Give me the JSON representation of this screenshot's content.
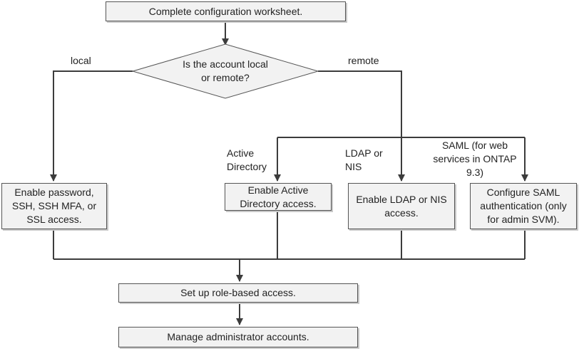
{
  "flowchart": {
    "start": "Complete configuration worksheet.",
    "decision": "Is the account local\nor remote?",
    "branch_local": "local",
    "branch_remote": "remote",
    "local_box": "Enable password,\nSSH, SSH MFA, or\nSSL access.",
    "ad_label": "Active\nDirectory",
    "ad_box": "Enable Active\nDirectory access.",
    "ldap_label": "LDAP or\nNIS",
    "ldap_box": "Enable LDAP or NIS\naccess.",
    "saml_label": "SAML (for web\nservices in ONTAP\n9.3)",
    "saml_box": "Configure SAML\nauthentication (only\nfor admin SVM).",
    "role_box": "Set up role-based access.",
    "manage_box": "Manage administrator accounts."
  },
  "colors": {
    "box_fill": "#f2f2f2",
    "decision_fill": "#f2f2f2",
    "line": "#3c3c3c"
  }
}
